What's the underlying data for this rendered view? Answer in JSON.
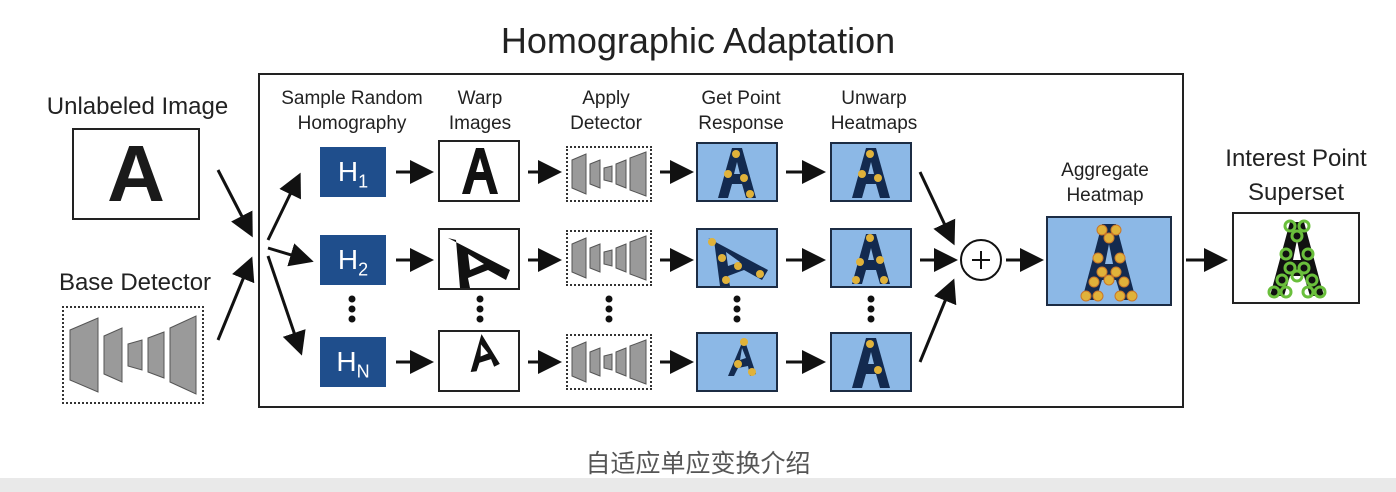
{
  "title": "Homographic Adaptation",
  "left": {
    "unlabeled_image_label": "Unlabeled Image",
    "unlabeled_image_letter": "A",
    "base_detector_label": "Base Detector"
  },
  "columns": {
    "sample": "Sample Random\nHomography",
    "warp": "Warp\nImages",
    "apply": "Apply\nDetector",
    "get": "Get Point\nResponse",
    "unwarp": "Unwarp\nHeatmaps"
  },
  "homographies": [
    {
      "base": "H",
      "sub": "1"
    },
    {
      "base": "H",
      "sub": "2"
    },
    {
      "base": "H",
      "sub": "N"
    }
  ],
  "aggregate_label": "Aggregate\nHeatmap",
  "output_label": "Interest Point\nSuperset",
  "caption": "自适应单应变换介绍",
  "colors": {
    "homography_box": "#1f4e8c",
    "heatmap_bg": "#8cb8e6",
    "point_yellow": "#e0b23a",
    "point_green": "#6abf3c"
  }
}
